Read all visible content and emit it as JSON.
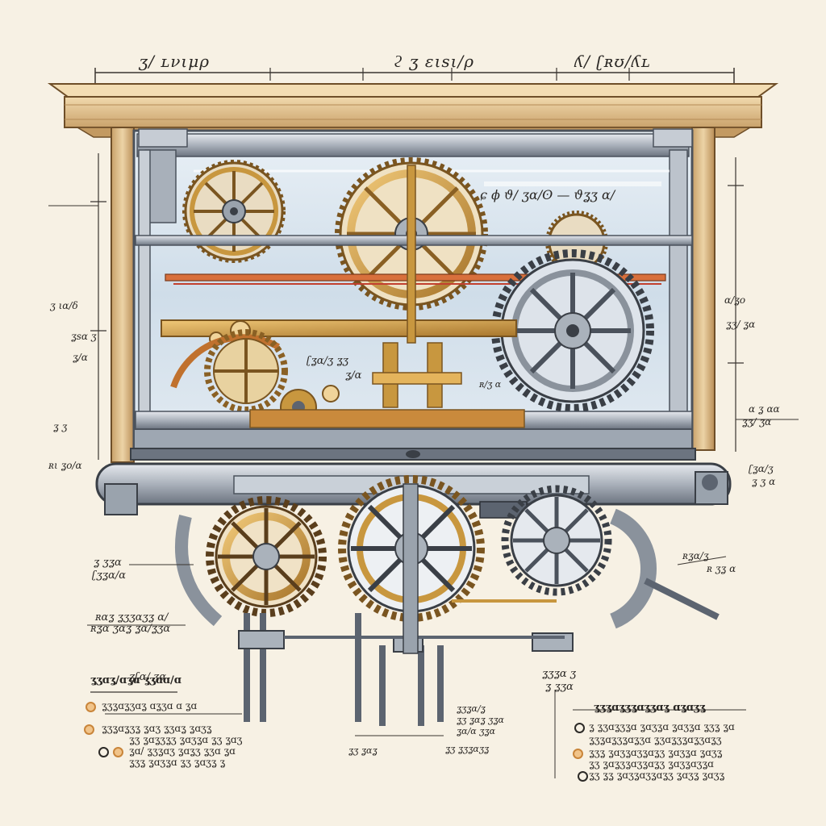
{
  "top_labels": [
    "ʒ/ ʟνιμρ",
    "ϩ ʒ ειsι/ρ",
    "ʎ/  ʗʀʊ/ʎʟ"
  ],
  "left_labels": [
    "ʒ ιɑ/δ",
    "ʓsɑ ʒ",
    "ʓ/ɑ",
    "ʓ ʒ",
    "ʀι ʓo/ɑ"
  ],
  "right_labels": [
    "ɑ/ʓo",
    "ʓʒ/ ʓɑ",
    "ɑ ʓ ɑɑ",
    "ʓʒ/ ʒɑ",
    "ʗʓɑ/ʒ",
    "ʓ ʒ ɑ",
    "ʀʓɑ/ʓ",
    "ʀ ʒʓ ɑ"
  ],
  "mid_labels": {
    "glass_script": "ɕ  ϕ  ϑ/ ʒɑ/ʘ — ϑʓʒ ɑ/",
    "center_label": "ʗʓɑ/ʒ ʓʒ",
    "center_label_2": "ʓ/ɑ",
    "right_small": "ʀ/ʒ ɑ",
    "lower_left_1": "ʓ ʒʓɑ",
    "lower_left_2": "ʗʒʓɑ/ɑ",
    "lower_left_3": "ʓʗɑ/ ʒɑ",
    "stack_1": "ʀɑʓ ʓʒʒɑʒʓ ɑ/",
    "stack_2": "ʀʓɑ ʒɑʓ ʓɑ/ʓʒɑ",
    "bottom_center_1": "ʓʒʓɑ/ʓ",
    "bottom_center_2": "ʓʒ ʓɑʓ ʒʓɑ",
    "bottom_center_3": "ʓɑ/ɑ ʒʓɑ",
    "bottom_center_4": "ʓʒ ʓʒʓɑʒʓ",
    "bottom_mid": "ʓʒ ʓɑʓ",
    "bottom_mid_2": "ʒʓɑ/ʓʒ",
    "right_small_2": "ʓʒʓɑ ʒ",
    "right_small_3": "ʓ ʓʒɑ"
  },
  "notes_left": {
    "title": "ʓʒɑʓ/ɑʓɑ ʓʒɑɑ/ɑ",
    "lines": [
      "ʓʒʓɑʓʒɑʓ ɑʓʒɑ ɑ ʓɑ",
      "ʓʒʓɑʓʒʓ ʓɑʒ ʓʒɑʓ ʓɑʒʓ",
      "ʓʒ ʓɑʓʒʓʒ ʓɑʒʓɑ ʓʒ ʓɑʒ",
      "ʓɑ/ ʓʒʓɑʒ ʓɑʓʒ ʓʒɑ ʓɑ",
      "ʓʒʓ ʓɑʒʓɑ ʓʒ ʓɑʒʓ ʓ"
    ]
  },
  "notes_right": {
    "title": "ʓʒʓɑʓʒʓɑʓʒɑʓ ɑʓɑʒʓ",
    "lines": [
      "ʓ ʓʒɑʓʒʓɑ ʓɑʒʓɑ ʓɑʒʓɑ ʓʒʓ ʓɑ",
      "ʓʒʓɑʓʒʓɑʓʒɑ ʓʒɑʓʒʓɑʓʒɑʓʒ",
      "ʓʒʓ ʓɑʒʓɑʒʓɑʓʒ ʓɑʒʓɑ ʓɑʒʓ",
      "ʓʒ ʓɑʓʒʓɑʒʓɑʓʒ ʓɑʒʓɑʒʓɑ",
      "ʓʒ ʓʓ ʓɑʒʓɑʒʓɑʓʒ ʓɑʒʓ ʓɑʒʓ"
    ]
  },
  "colors": {
    "paper": "#f7f1e4",
    "wood": "#e7c99a",
    "wood_dark": "#a67c48",
    "steel": "#b9bfc8",
    "steel_dark": "#5c6470",
    "brass": "#c8973f",
    "brass_dark": "#7a5520",
    "glass": "#d6e3ee",
    "rod_red": "#c2402f"
  },
  "icons": [
    "large-gear-icon",
    "small-gear-icon",
    "brass-gear-icon",
    "bullet-icon"
  ]
}
